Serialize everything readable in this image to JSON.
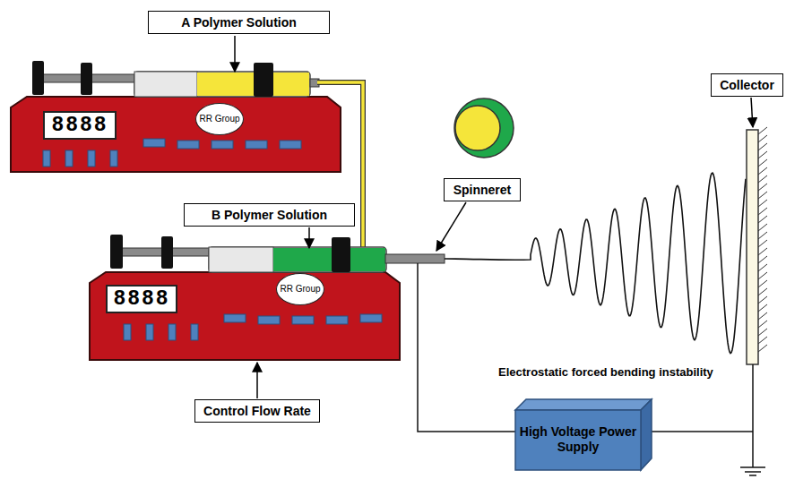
{
  "diagram": {
    "nodes": [
      {
        "text": [
          "A Polymer Solution"
        ]
      },
      {
        "text": [
          "8888"
        ]
      },
      {
        "text": [
          "RR Group"
        ]
      },
      {
        "text": [
          "Collector"
        ]
      },
      {
        "text": [
          "Spinneret"
        ]
      },
      {
        "text": [
          "B Polymer Solution"
        ]
      },
      {
        "text": [
          "8888"
        ]
      },
      {
        "text": [
          "RR Group"
        ]
      },
      {
        "text": [
          "Control Flow Rate"
        ]
      },
      {
        "text": [
          "High Voltage Power Supply"
        ]
      }
    ],
    "labels": [
      "Electrostatic forced bending instability"
    ]
  }
}
